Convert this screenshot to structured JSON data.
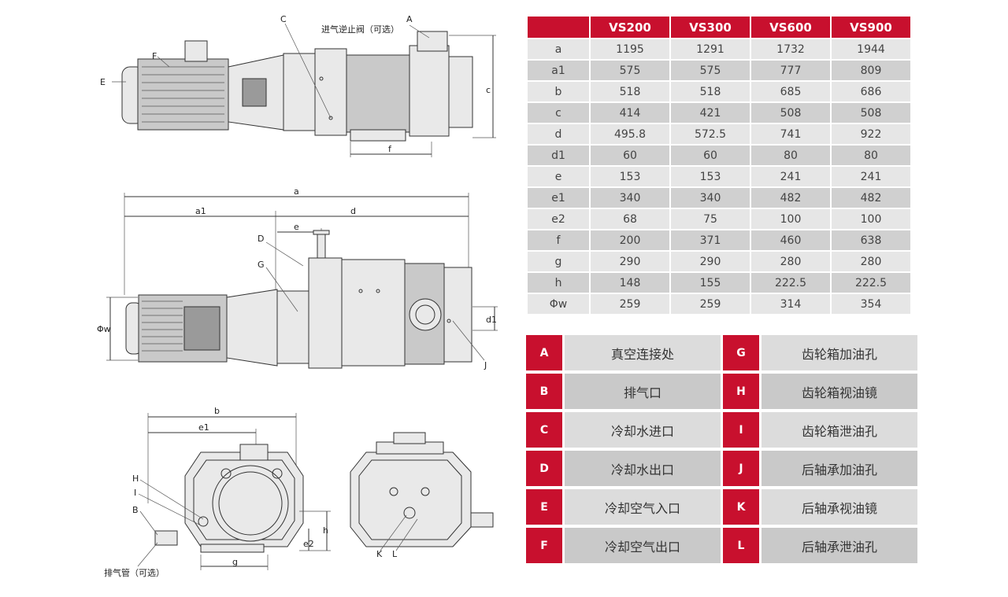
{
  "drawing_labels": {
    "A": "A",
    "B": "B",
    "C": "C",
    "D": "D",
    "E": "E",
    "F": "F",
    "G": "G",
    "H": "H",
    "I": "I",
    "J": "J",
    "K": "K",
    "L": "L",
    "inlet_check_valve": "进气逆止阀（可选）",
    "exhaust_pipe": "排气管（可选）",
    "dim_a": "a",
    "dim_a1": "a1",
    "dim_b": "b",
    "dim_c": "c",
    "dim_d": "d",
    "dim_d1": "d1",
    "dim_e": "e",
    "dim_e1": "e1",
    "dim_e2": "e2",
    "dim_f": "f",
    "dim_g": "g",
    "dim_h": "h",
    "dim_w": "Φw"
  },
  "spec_table": {
    "models": [
      "VS200",
      "VS300",
      "VS600",
      "VS900"
    ],
    "rows": [
      {
        "label": "a",
        "values": [
          "1195",
          "1291",
          "1732",
          "1944"
        ]
      },
      {
        "label": "a1",
        "values": [
          "575",
          "575",
          "777",
          "809"
        ]
      },
      {
        "label": "b",
        "values": [
          "518",
          "518",
          "685",
          "686"
        ]
      },
      {
        "label": "c",
        "values": [
          "414",
          "421",
          "508",
          "508"
        ]
      },
      {
        "label": "d",
        "values": [
          "495.8",
          "572.5",
          "741",
          "922"
        ]
      },
      {
        "label": "d1",
        "values": [
          "60",
          "60",
          "80",
          "80"
        ]
      },
      {
        "label": "e",
        "values": [
          "153",
          "153",
          "241",
          "241"
        ]
      },
      {
        "label": "e1",
        "values": [
          "340",
          "340",
          "482",
          "482"
        ]
      },
      {
        "label": "e2",
        "values": [
          "68",
          "75",
          "100",
          "100"
        ]
      },
      {
        "label": "f",
        "values": [
          "200",
          "371",
          "460",
          "638"
        ]
      },
      {
        "label": "g",
        "values": [
          "290",
          "290",
          "280",
          "280"
        ]
      },
      {
        "label": "h",
        "values": [
          "148",
          "155",
          "222.5",
          "222.5"
        ]
      },
      {
        "label": "Φw",
        "values": [
          "259",
          "259",
          "314",
          "354"
        ]
      }
    ]
  },
  "legend": [
    {
      "key": "A",
      "text": "真空连接处",
      "key2": "G",
      "text2": "齿轮箱加油孔"
    },
    {
      "key": "B",
      "text": "排气口",
      "key2": "H",
      "text2": "齿轮箱视油镜"
    },
    {
      "key": "C",
      "text": "冷却水进口",
      "key2": "I",
      "text2": "齿轮箱泄油孔"
    },
    {
      "key": "D",
      "text": "冷却水出口",
      "key2": "J",
      "text2": "后轴承加油孔"
    },
    {
      "key": "E",
      "text": "冷却空气入口",
      "key2": "K",
      "text2": "后轴承视油镜"
    },
    {
      "key": "F",
      "text": "冷却空气出口",
      "key2": "L",
      "text2": "后轴承泄油孔"
    }
  ],
  "colors": {
    "accent": "#c8102e",
    "row_light": "#e6e6e6",
    "row_dark": "#d0d0d0"
  }
}
